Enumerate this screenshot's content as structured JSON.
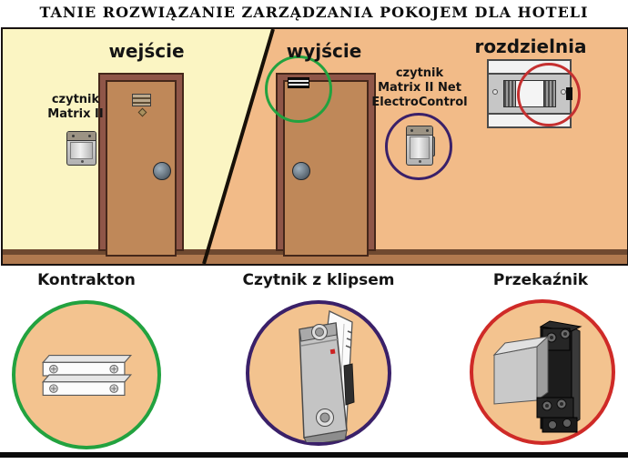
{
  "title": "TANIE ROZWIĄZANIE ZARZĄDZANIA POKOJEM DLA HOTELI",
  "scene": {
    "entrance": {
      "label": "wejście",
      "reader_line1": "czytnik",
      "reader_line2": "Matrix II"
    },
    "exit": {
      "label": "wyjście",
      "reader_line1": "czytnik",
      "reader_line2": "Matrix II Net",
      "reader_line3": "ElectroControl"
    },
    "switchboard": {
      "label": "rozdzielnia"
    }
  },
  "products": [
    {
      "label": "Kontrakton",
      "ring_color": "#22A23F"
    },
    {
      "label": "Czytnik z klipsem",
      "ring_color": "#3A2069"
    },
    {
      "label": "Przekaźnik",
      "ring_color": "#CF2A27"
    }
  ],
  "colors": {
    "wall_entrance": "#FBF5C3",
    "wall_exit": "#F2BB88",
    "floor": "#B0794F",
    "floor_edge": "#6F4930",
    "door_frame": "#8F5648",
    "door_leaf": "#BF8859",
    "highlight_green": "#22A23F",
    "highlight_purple": "#3A2069",
    "highlight_red": "#CF2A27",
    "product_circle_fill": "#F3C38F"
  }
}
